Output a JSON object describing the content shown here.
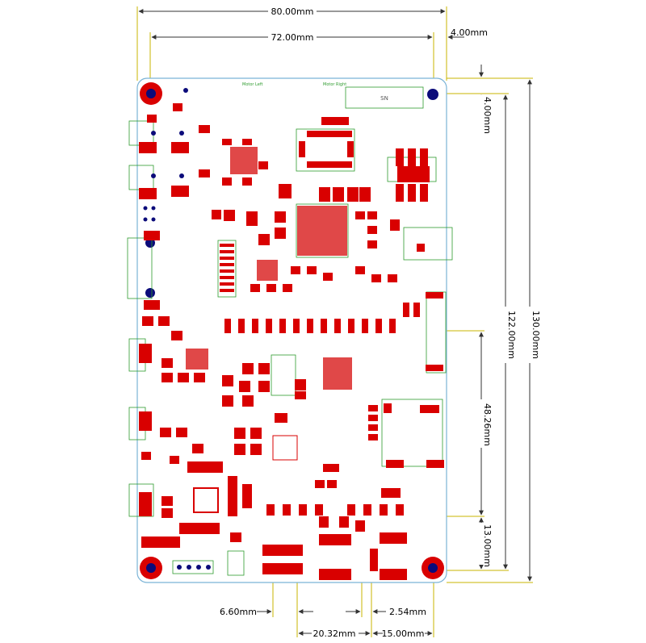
{
  "dimensions": {
    "overall_width": "80.00mm",
    "hole_spacing_width": "72.00mm",
    "hole_offset_right": "4.00mm",
    "hole_offset_top": "4.00mm",
    "hole_spacing_height": "122.00mm",
    "overall_height": "130.00mm",
    "connector_span": "48.26mm",
    "bottom_offset": "13.00mm",
    "left_connector_offset": "6.60mm",
    "pitch": "2.54mm",
    "connector_spacing_a": "20.32mm",
    "connector_spacing_b": "15.00mm"
  },
  "board": {
    "sn_label": "SN",
    "silk_labels": {
      "label_top_left": "Motor Left",
      "label_top_right": "Motor Right"
    }
  },
  "colors": {
    "board_outline": "#7ab3d6",
    "pads": "#d90000",
    "mounting_hole": "#0b0b7a",
    "silkscreen": "#2e9b2e",
    "dimension_lines": "#c8b400"
  }
}
